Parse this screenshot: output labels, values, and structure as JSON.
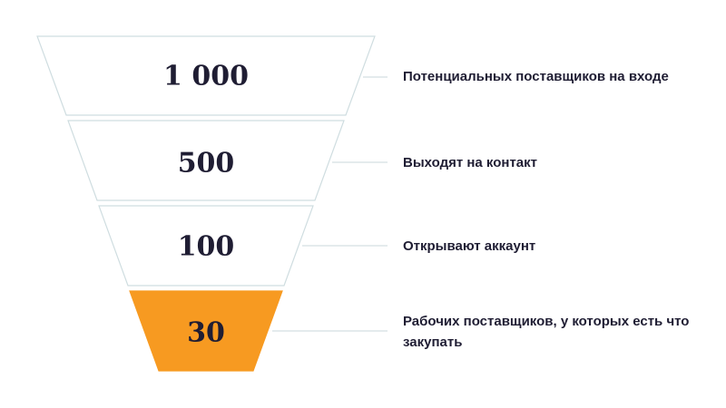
{
  "stages": [
    {
      "value": "1 000",
      "label": "Потенциальных поставщиков на входе",
      "fill": "#ffffff",
      "stroke": "#cfdde0"
    },
    {
      "value": "500",
      "label": "Выходят на контакт",
      "fill": "#ffffff",
      "stroke": "#cfdde0"
    },
    {
      "value": "100",
      "label": "Открывают аккаунт",
      "fill": "#ffffff",
      "stroke": "#cfdde0"
    },
    {
      "value": "30",
      "label": "Рабочих поставщиков, у которых есть что закупать",
      "fill": "#f79a21",
      "stroke": "#f79a21"
    }
  ],
  "colors": {
    "text": "#1f1d33",
    "connector": "#d3dfe2"
  }
}
